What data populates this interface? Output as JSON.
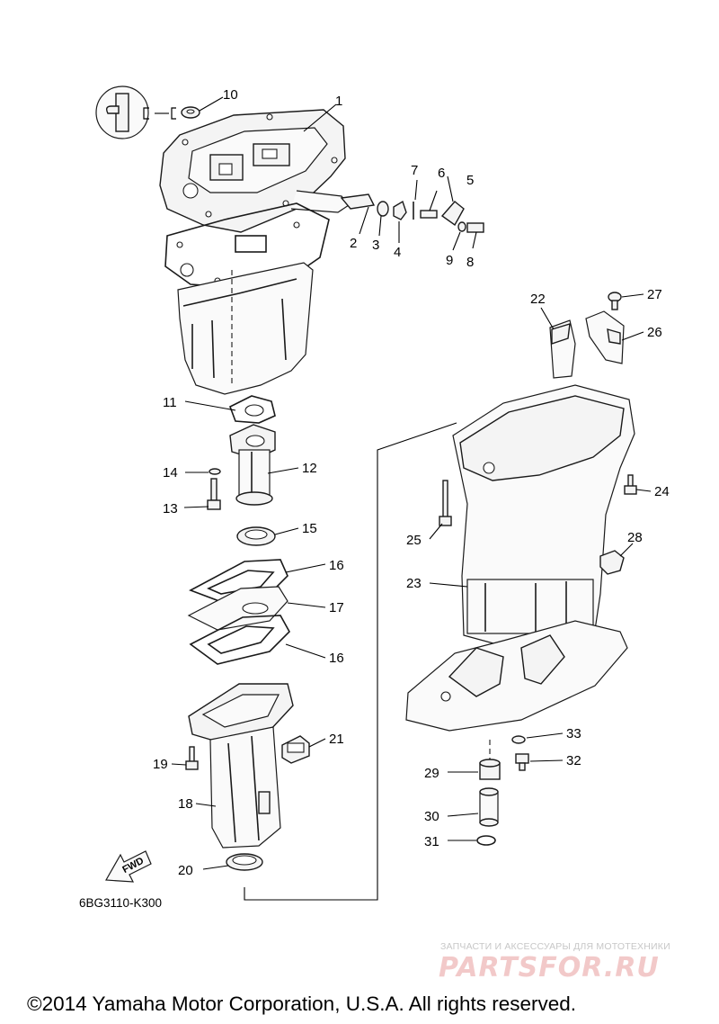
{
  "callouts": [
    "1",
    "2",
    "3",
    "4",
    "5",
    "6",
    "7",
    "8",
    "9",
    "10",
    "11",
    "12",
    "13",
    "14",
    "15",
    "16",
    "17",
    "16",
    "18",
    "19",
    "20",
    "21",
    "22",
    "23",
    "24",
    "25",
    "26",
    "27",
    "28",
    "29",
    "30",
    "31",
    "32",
    "33"
  ],
  "fwd_label": "FWD",
  "diagram_code": "6BG3110-K300",
  "watermark": {
    "tagline": "ЗАПЧАСТИ И АКСЕССУАРЫ ДЛЯ МОТОТЕХНИКИ",
    "logo": "PARTSFOR.RU"
  },
  "copyright": "©2014 Yamaha Motor Corporation, U.S.A. All rights reserved."
}
